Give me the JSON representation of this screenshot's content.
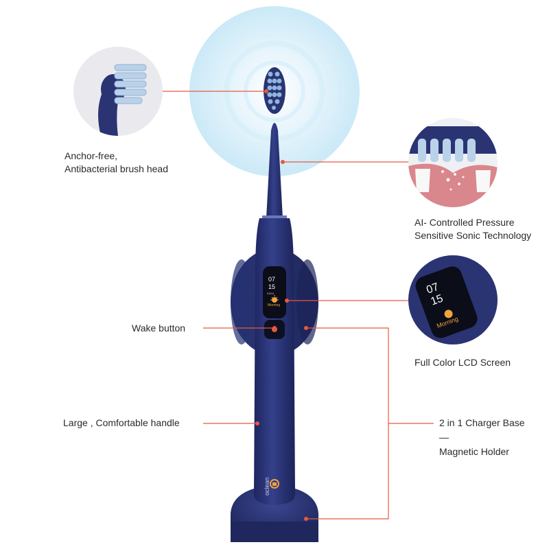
{
  "brand": "oclean",
  "screen": {
    "hour": "07",
    "minute": "15",
    "ampm": "AM",
    "date": "03/04",
    "day": "Mon",
    "greeting": "Morning"
  },
  "callouts": {
    "brush_head": [
      "Anchor-free,",
      "Antibacterial brush head"
    ],
    "sonic": [
      "AI- Controlled Pressure",
      "Sensitive Sonic Technology"
    ],
    "wake": "Wake button",
    "lcd": "Full Color LCD Screen",
    "handle": "Large , Comfortable handle",
    "charger": [
      "2 in 1 Charger Base",
      "—",
      "Magnetic Holder"
    ]
  },
  "colors": {
    "body": "#2a3472",
    "accent_line": "#e8593e",
    "glow": "#bfe3f6",
    "screen_bg": "#0b0d18",
    "sun": "#f2a23a"
  }
}
